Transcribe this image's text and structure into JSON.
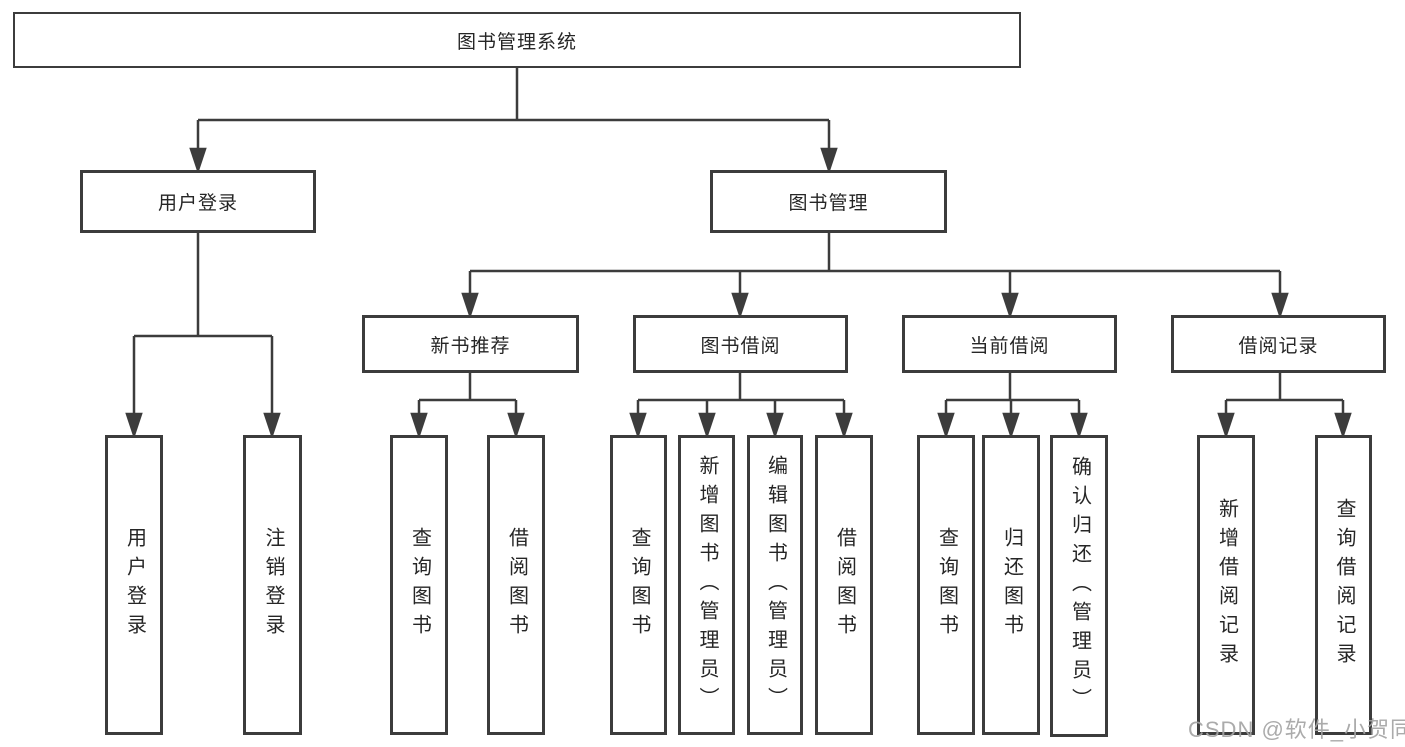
{
  "tree": {
    "root": {
      "label": "图书管理系统"
    },
    "branches": [
      {
        "label": "用户登录",
        "children": [
          {
            "label": "用户登录"
          },
          {
            "label": "注销登录"
          }
        ]
      },
      {
        "label": "图书管理",
        "sections": [
          {
            "label": "新书推荐",
            "children": [
              {
                "label": "查询图书"
              },
              {
                "label": "借阅图书"
              }
            ]
          },
          {
            "label": "图书借阅",
            "children": [
              {
                "label": "查询图书"
              },
              {
                "label": "新增图书（管理员）"
              },
              {
                "label": "编辑图书（管理员）"
              },
              {
                "label": "借阅图书"
              }
            ]
          },
          {
            "label": "当前借阅",
            "children": [
              {
                "label": "查询图书"
              },
              {
                "label": "归还图书"
              },
              {
                "label": "确认归还（管理员）"
              }
            ]
          },
          {
            "label": "借阅记录",
            "children": [
              {
                "label": "新增借阅记录"
              },
              {
                "label": "查询借阅记录"
              }
            ]
          }
        ]
      }
    ]
  },
  "watermark": {
    "text": "CSDN @软件_小贺同学"
  },
  "colors": {
    "line": "#3c3c3c",
    "box_border": "#3c3c3c",
    "text": "#262626",
    "background": "#ffffff",
    "watermark_text": "#a4a4a4"
  }
}
